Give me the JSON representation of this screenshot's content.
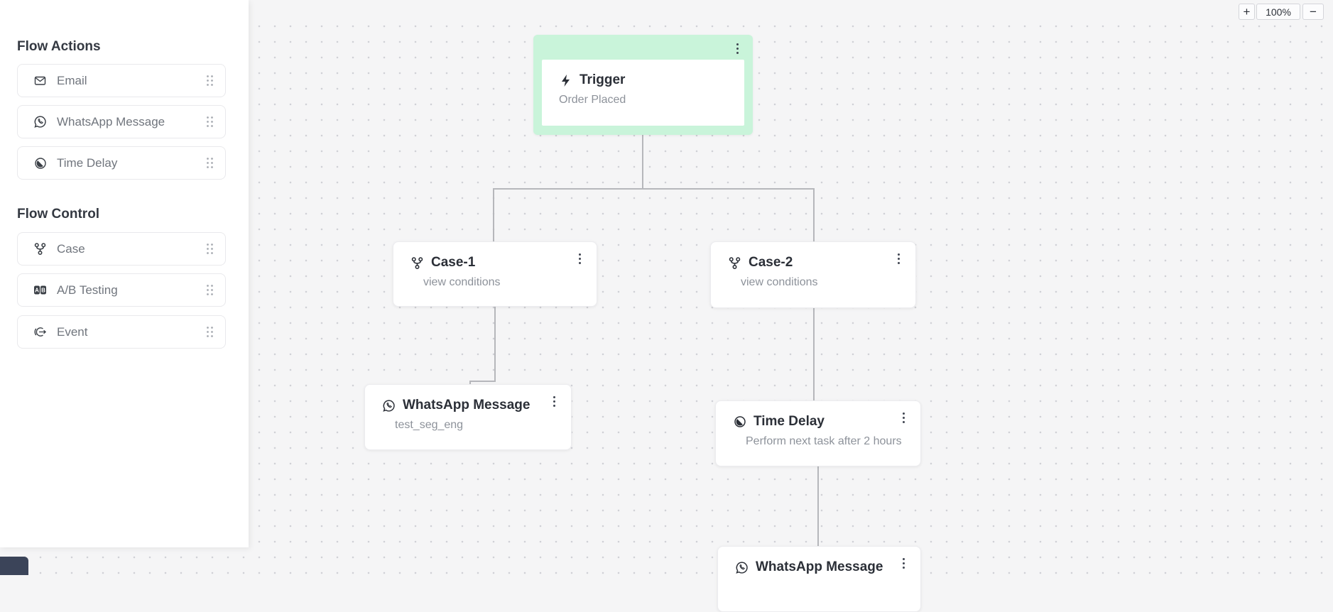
{
  "zoom_controls": {
    "zoom_in_label": "+",
    "level": "100%",
    "zoom_out_label": "−"
  },
  "sidebar": {
    "sections": [
      {
        "title": "Flow Actions",
        "items": [
          {
            "label": "Email",
            "icon": "email-icon"
          },
          {
            "label": "WhatsApp Message",
            "icon": "whatsapp-icon"
          },
          {
            "label": "Time Delay",
            "icon": "time-delay-icon"
          }
        ]
      },
      {
        "title": "Flow Control",
        "items": [
          {
            "label": "Case",
            "icon": "case-icon"
          },
          {
            "label": "A/B Testing",
            "icon": "ab-testing-icon"
          },
          {
            "label": "Event",
            "icon": "event-icon"
          }
        ]
      }
    ]
  },
  "canvas": {
    "nodes": [
      {
        "id": "trigger",
        "type": "trigger",
        "icon": "lightning-icon",
        "title": "Trigger",
        "subtitle": "Order Placed"
      },
      {
        "id": "case-1",
        "type": "case",
        "icon": "case-icon",
        "title": "Case-1",
        "subtitle": "view conditions"
      },
      {
        "id": "case-2",
        "type": "case",
        "icon": "case-icon",
        "title": "Case-2",
        "subtitle": "view conditions"
      },
      {
        "id": "whatsapp-1",
        "type": "action",
        "icon": "whatsapp-icon",
        "title": "WhatsApp Message",
        "subtitle": "test_seg_eng"
      },
      {
        "id": "time-delay-1",
        "type": "action",
        "icon": "time-delay-icon",
        "title": "Time Delay",
        "subtitle": "Perform next task after 2 hours"
      },
      {
        "id": "whatsapp-2",
        "type": "action",
        "icon": "whatsapp-icon",
        "title": "WhatsApp Message",
        "subtitle": ""
      }
    ],
    "edges": [
      "trigger→case-1",
      "trigger→case-2",
      "case-1→whatsapp-1",
      "case-2→time-delay-1",
      "time-delay-1→whatsapp-2"
    ]
  },
  "colors": {
    "trigger_accent": "#c9f4da",
    "canvas_bg": "#f5f5f6",
    "connector": "#b6b7bb",
    "title_text": "#2b2f37",
    "subtitle_text": "#8d929a"
  }
}
